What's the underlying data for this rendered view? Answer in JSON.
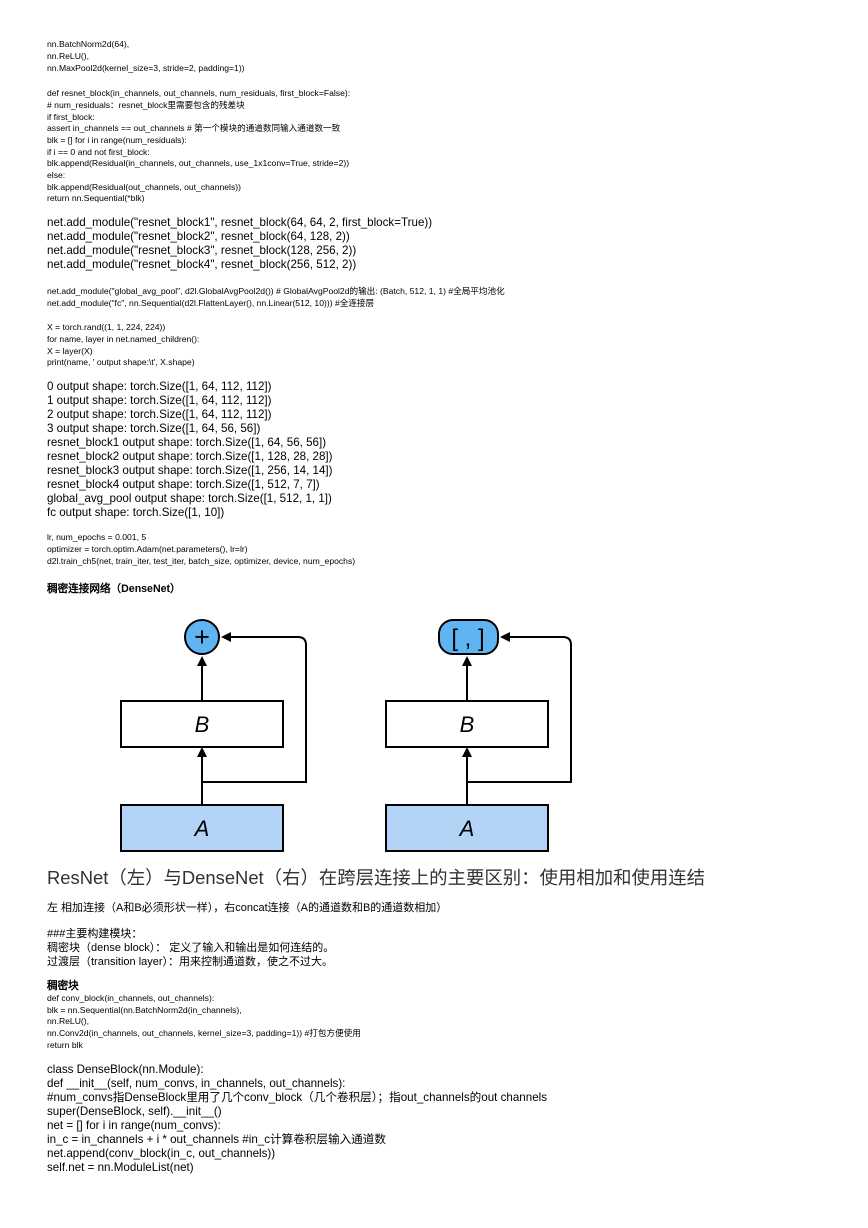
{
  "block1": [
    "nn.BatchNorm2d(64),",
    "nn.ReLU(),",
    "nn.MaxPool2d(kernel_size=3, stride=2, padding=1))"
  ],
  "block2": [
    "def resnet_block(in_channels, out_channels, num_residuals, first_block=False):",
    "# num_residuals：resnet_block里需要包含的残差块",
    "if first_block:",
    "assert in_channels == out_channels # 第一个模块的通道数同输入通道数一致",
    "blk = [] for i in range(num_residuals):",
    "if i == 0 and not first_block:",
    "blk.append(Residual(in_channels, out_channels, use_1x1conv=True, stride=2))",
    "else:",
    "blk.append(Residual(out_channels, out_channels))",
    "return nn.Sequential(*blk)"
  ],
  "block3": [
    "net.add_module(\"resnet_block1\", resnet_block(64, 64, 2, first_block=True))",
    "net.add_module(\"resnet_block2\", resnet_block(64, 128, 2))",
    "net.add_module(\"resnet_block3\", resnet_block(128, 256, 2))",
    "net.add_module(\"resnet_block4\", resnet_block(256, 512, 2))"
  ],
  "block4": [
    "net.add_module(\"global_avg_pool\", d2l.GlobalAvgPool2d()) # GlobalAvgPool2d的输出: (Batch, 512, 1, 1) #全局平均池化",
    "net.add_module(\"fc\", nn.Sequential(d2l.FlattenLayer(), nn.Linear(512, 10))) #全连接层"
  ],
  "block5": [
    "X = torch.rand((1, 1, 224, 224))",
    "for name, layer in net.named_children():",
    "X = layer(X)",
    "print(name, ' output shape:\\t', X.shape)"
  ],
  "block6": [
    "0 output shape: torch.Size([1, 64, 112, 112])",
    "1 output shape: torch.Size([1, 64, 112, 112])",
    "2 output shape: torch.Size([1, 64, 112, 112])",
    "3 output shape: torch.Size([1, 64, 56, 56])",
    "resnet_block1 output shape: torch.Size([1, 64, 56, 56])",
    "resnet_block2 output shape: torch.Size([1, 128, 28, 28])",
    "resnet_block3 output shape: torch.Size([1, 256, 14, 14])",
    "resnet_block4 output shape: torch.Size([1, 512, 7, 7])",
    "global_avg_pool output shape: torch.Size([1, 512, 1, 1])",
    "fc output shape: torch.Size([1, 10])"
  ],
  "block7": [
    "lr, num_epochs = 0.001, 5",
    "optimizer = torch.optim.Adam(net.parameters(), lr=lr)",
    "d2l.train_ch5(net, train_iter, test_iter, batch_size, optimizer, device, num_epochs)"
  ],
  "heading_densenet": "稠密连接网络（DenseNet）",
  "figure": {
    "left_op": "+",
    "right_op": "[ , ]",
    "label_b": "B",
    "label_a": "A",
    "caption": "ResNet（左）与DenseNet（右）在跨层连接上的主要区别：使用相加和使用连结",
    "fill_blue": "#b3d4f6",
    "fill_op": "#61b4f2"
  },
  "text1": "左 相加连接（A和B必须形状一样），右concat连接（A的通道数和B的通道数相加）",
  "block8": [
    "###主要构建模块：",
    "稠密块（dense block）： 定义了输入和输出是如何连结的。",
    "过渡层（transition layer）：用来控制通道数，使之不过大。"
  ],
  "heading_dense_block": "稠密块",
  "block9": [
    "def conv_block(in_channels, out_channels):",
    "blk = nn.Sequential(nn.BatchNorm2d(in_channels),",
    "nn.ReLU(),",
    "nn.Conv2d(in_channels, out_channels, kernel_size=3, padding=1)) #打包方便使用",
    "return blk"
  ],
  "block10": [
    "class DenseBlock(nn.Module):",
    "def __init__(self, num_convs, in_channels, out_channels):",
    "#num_convs指DenseBlock里用了几个conv_block（几个卷积层）；指out_channels的out channels",
    "super(DenseBlock, self).__init__()",
    "net = [] for i in range(num_convs):",
    "in_c = in_channels + i * out_channels #in_c计算卷积层输入通道数",
    "net.append(conv_block(in_c, out_channels))",
    "self.net = nn.ModuleList(net)"
  ]
}
